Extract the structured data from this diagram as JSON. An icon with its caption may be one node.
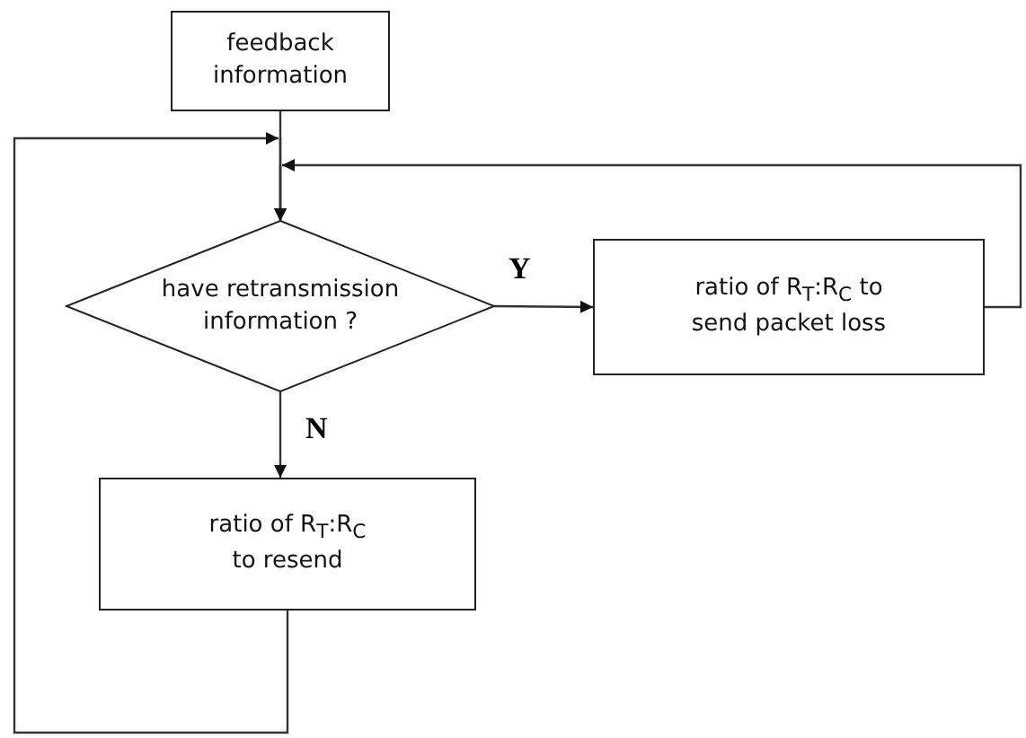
{
  "diagram": {
    "nodes": [
      {
        "text": [
          "feedback information"
        ]
      },
      {
        "text": [
          "have retransmission information ?"
        ]
      },
      {
        "text": [
          "ratio of R$_{T}$:R$_{C}$ to send packet loss"
        ]
      },
      {
        "text": [
          "ratio of R$_{T}$:R$_{C}$ to resend"
        ]
      }
    ],
    "edges": [
      {
        "from": 0,
        "to": 1,
        "arrow": "to"
      },
      {
        "from": 1,
        "to": 2,
        "arrow": "to",
        "label": "Y"
      },
      {
        "from": 1,
        "to": 3,
        "arrow": "to",
        "label": "N"
      },
      {
        "from": 3,
        "to": 1,
        "arrow": "to"
      },
      {
        "from": 2,
        "to": 1,
        "arrow": "to"
      }
    ]
  }
}
